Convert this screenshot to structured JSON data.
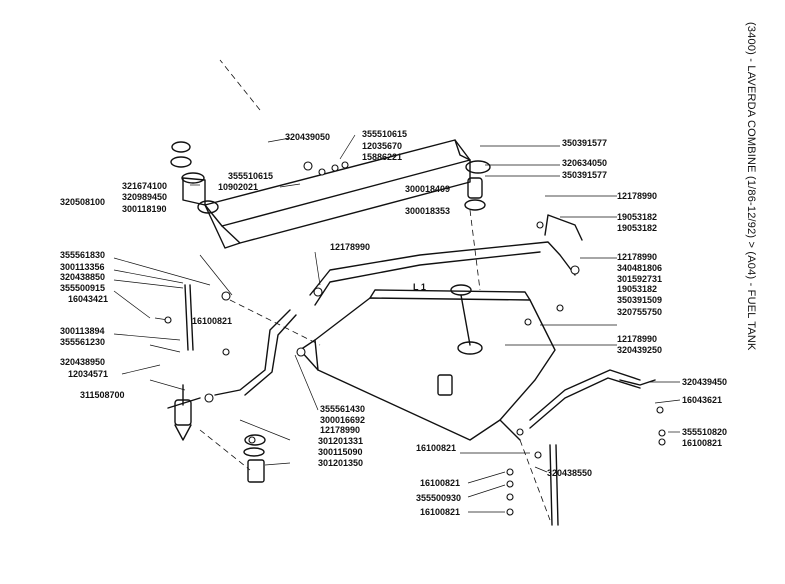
{
  "title": "(3400) - LAVERDA COMBINE (1/86-12/92) > (A04) - FUEL TANK",
  "tank_label": "L 1",
  "parts": [
    "320439050",
    "355510615",
    "12035670",
    "15886221",
    "350391577",
    "320634050",
    "350391577",
    "321674100",
    "320989450",
    "300118190",
    "320508100",
    "355510615",
    "10902021",
    "300018409",
    "300018353",
    "12178990",
    "19053182",
    "19053182",
    "12178990",
    "340481806",
    "301592731",
    "19053182",
    "350391509",
    "320755750",
    "12178990",
    "320439250",
    "12178990",
    "355561830",
    "300113356",
    "320438850",
    "355500915",
    "16043421",
    "16100821",
    "300113894",
    "355561230",
    "320438950",
    "12034571",
    "311508700",
    "355561430",
    "300016692",
    "12178990",
    "301201331",
    "300115090",
    "301201350",
    "320439450",
    "16043621",
    "355510820",
    "16100821",
    "16100821",
    "320438550",
    "16100821",
    "355500930",
    "16100821"
  ]
}
